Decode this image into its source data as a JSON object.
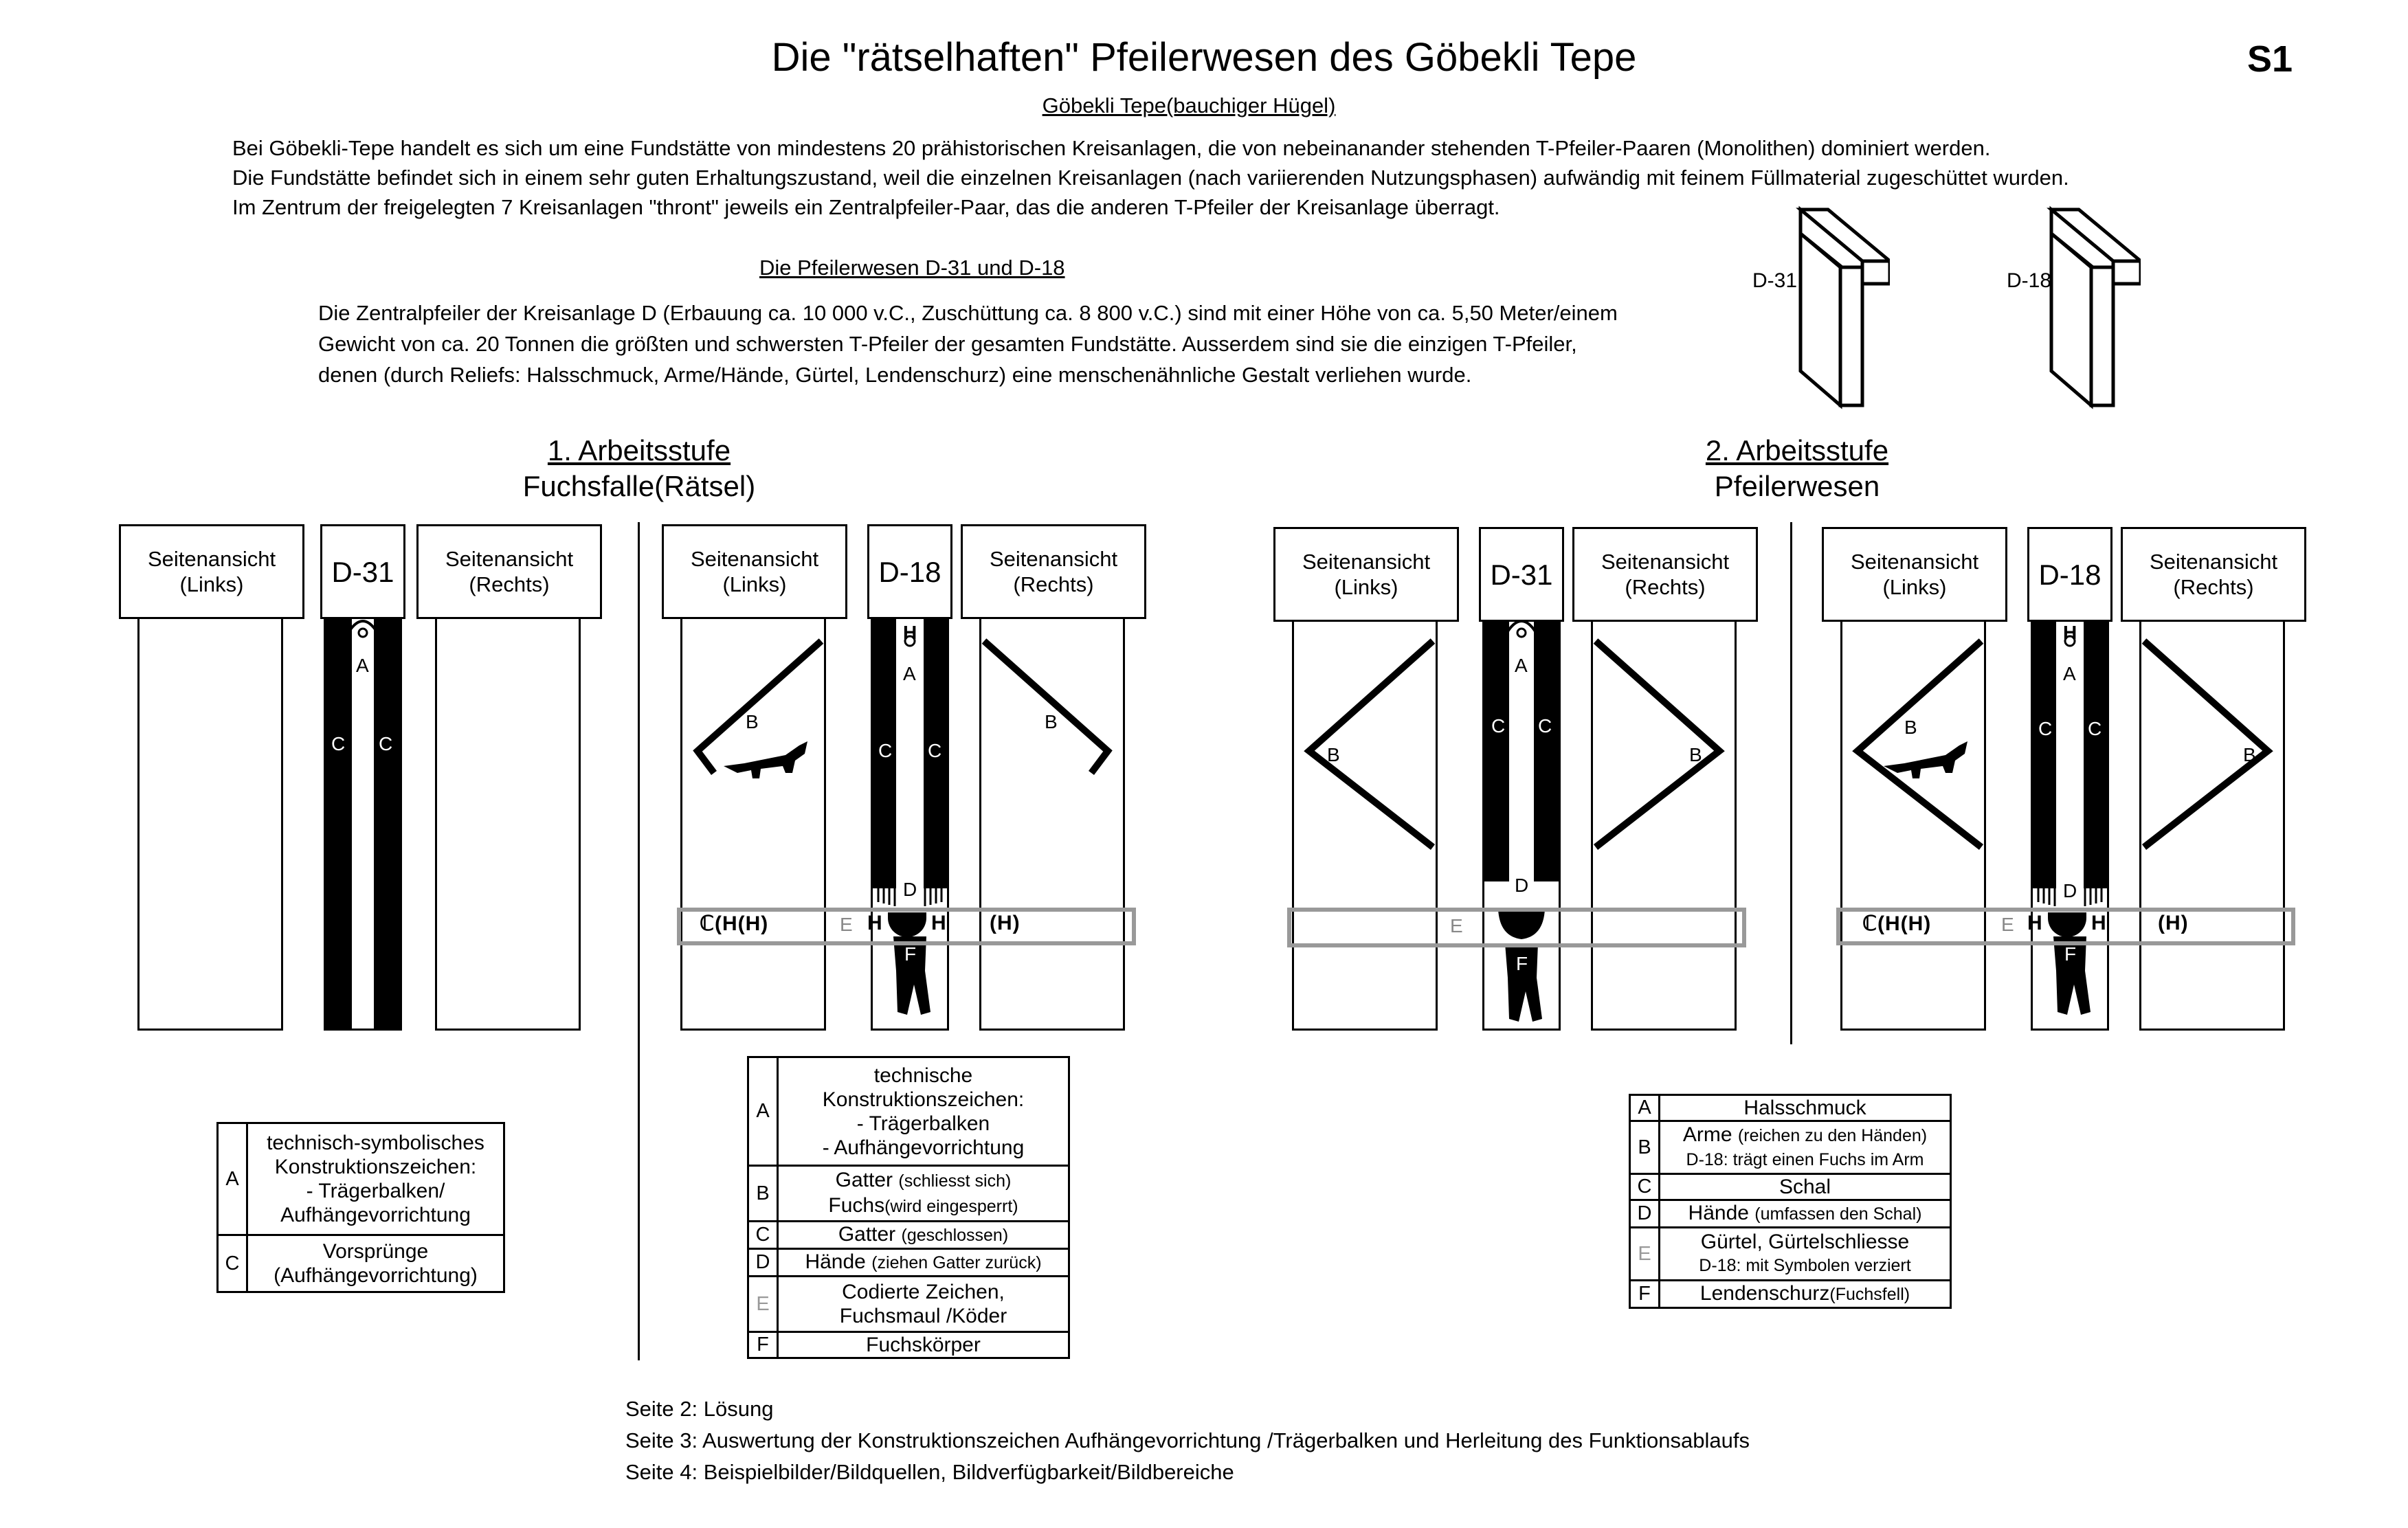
{
  "title": "Die \"rätselhaften\" Pfeilerwesen des Göbekli Tepe",
  "page_number": "S1",
  "subtitle": "Göbekli Tepe(bauchiger Hügel)",
  "intro": [
    "Bei Göbekli-Tepe handelt es sich um eine Fundstätte von mindestens 20 prähistorischen Kreisanlagen, die von nebeinanander stehenden T-Pfeiler-Paaren (Monolithen) dominiert werden.",
    "Die Fundstätte befindet sich in einem sehr guten Erhaltungszustand, weil die einzelnen Kreisanlagen (nach variierenden Nutzungsphasen) aufwändig mit feinem Füllmaterial zugeschüttet wurden.",
    "Im Zentrum der freigelegten 7 Kreisanlagen \"thront\" jeweils ein Zentralpfeiler-Paar, das die anderen T-Pfeiler der Kreisanlage überragt."
  ],
  "section_title": "Die Pfeilerwesen  D-31 und D-18",
  "description": [
    "Die Zentralpfeiler der Kreisanlage D (Erbauung ca. 10 000 v.C., Zuschüttung ca. 8 800 v.C.) sind mit einer Höhe von ca. 5,50 Meter/einem",
    "Gewicht von ca. 20 Tonnen die größten und schwersten T-Pfeiler der gesamten Fundstätte. Ausserdem sind sie die einzigen T-Pfeiler,",
    "denen (durch Reliefs: Halsschmuck, Arme/Hände, Gürtel, Lendenschurz) eine menschenähnliche Gestalt verliehen wurde."
  ],
  "pillar_labels": {
    "d31": "D-31",
    "d18": "D-18"
  },
  "stage1": {
    "title": "1. Arbeitsstufe",
    "subtitle": "Fuchsfalle(Rätsel)"
  },
  "stage2": {
    "title": "2. Arbeitsstufe",
    "subtitle": "Pfeilerwesen"
  },
  "views": {
    "left": "Seitenansicht\n(Links)",
    "right": "Seitenansicht\n(Rechts)"
  },
  "letters": {
    "A": "A",
    "B": "B",
    "C": "C",
    "D": "D",
    "E": "E",
    "F": "F"
  },
  "belt_symbols": {
    "left": "ℂ(H(H)",
    "right": "(H)",
    "hs": "H"
  },
  "legend1": [
    {
      "key": "A",
      "text": "technisch-symbolisches\nKonstruktionszeichen:\n- Trägerbalken/\nAufhängevorrichtung"
    },
    {
      "key": "C",
      "text": "Vorsprünge\n(Aufhängevorrichtung)"
    }
  ],
  "legend2": [
    {
      "key": "A",
      "text": "technische\nKonstruktionszeichen:\n- Trägerbalken\n- Aufhängevorrichtung"
    },
    {
      "key": "B",
      "text": "Gatter",
      "note": "(schliesst sich)",
      "text2": "Fuchs",
      "note2": "(wird eingesperrt)"
    },
    {
      "key": "C",
      "text": "Gatter",
      "note": "(geschlossen)"
    },
    {
      "key": "D",
      "text": "Hände",
      "note": "(ziehen Gatter zurück)"
    },
    {
      "key": "E",
      "text": "Codierte Zeichen,\nFuchsmaul /Köder"
    },
    {
      "key": "F",
      "text": "Fuchskörper"
    }
  ],
  "legend3": [
    {
      "key": "A",
      "text": "Halsschmuck"
    },
    {
      "key": "B",
      "text": "Arme",
      "note": "(reichen zu den Händen)",
      "text2": "D-18: trägt einen Fuchs im Arm"
    },
    {
      "key": "C",
      "text": "Schal"
    },
    {
      "key": "D",
      "text": "Hände",
      "note": "(umfassen den Schal)"
    },
    {
      "key": "E",
      "text": "Gürtel, Gürtelschliesse",
      "text2": "D-18:  mit Symbolen verziert"
    },
    {
      "key": "F",
      "text": "Lendenschurz",
      "note": "(Fuchsfell)"
    }
  ],
  "footer": [
    "Seite 2: Lösung",
    "Seite 3: Auswertung der Konstruktionszeichen Aufhängevorrichtung /Trägerbalken und Herleitung des Funktionsablaufs",
    "Seite 4: Beispielbilder/Bildquellen, Bildverfügbarkeit/Bildbereiche"
  ]
}
